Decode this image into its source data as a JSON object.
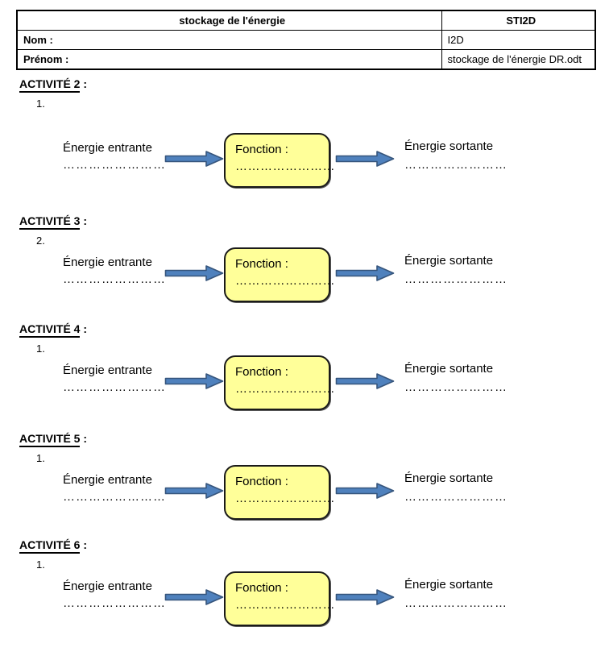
{
  "header_table": {
    "title": "stockage de l'énergie",
    "brand": "STI2D",
    "rows": [
      {
        "label": "Nom :",
        "value": "I2D"
      },
      {
        "label": "Prénom :",
        "value": "stockage de l'énergie DR.odt"
      }
    ]
  },
  "diagram": {
    "input_label": "Énergie entrante",
    "input_dots": "……………………",
    "box_label": "Fonction :",
    "box_dots": "……………………",
    "output_label": "Énergie sortante",
    "output_dots": "……………………"
  },
  "sections": [
    {
      "heading": "ACTIVITÉ 2",
      "suffix": " :",
      "item_number": "1."
    },
    {
      "heading": "ACTIVITÉ 3",
      "suffix": " :",
      "item_number": "2."
    },
    {
      "heading": "ACTIVITÉ 4",
      "suffix": " :",
      "item_number": "1."
    },
    {
      "heading": "ACTIVITÉ 5",
      "suffix": " :",
      "item_number": "1."
    },
    {
      "heading": "ACTIVITÉ 6",
      "suffix": " :",
      "item_number": "1."
    }
  ],
  "colors": {
    "box_fill": "#FFFF99",
    "box_border": "#1a1a1a",
    "arrow_fill": "#4F81BD",
    "arrow_stroke": "#36557C"
  }
}
